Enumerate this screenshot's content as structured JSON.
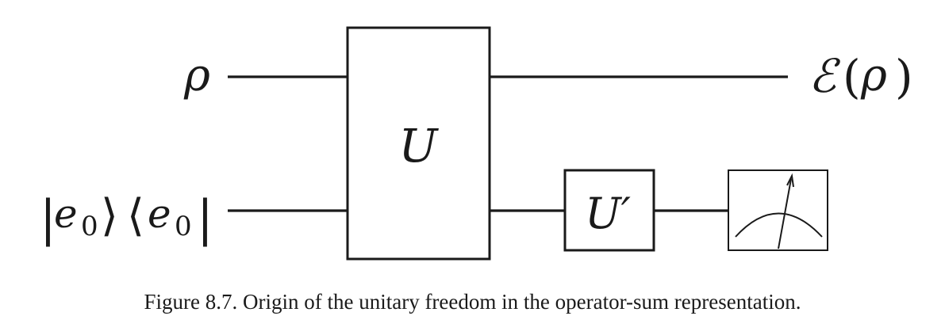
{
  "diagram": {
    "inputs": {
      "top": "ρ",
      "bottom": {
        "ket_open": "|",
        "ket_symbol": "e",
        "ket_sub": "0",
        "ket_close": "⟩",
        "bra_open": "⟨",
        "bra_symbol": "e",
        "bra_sub": "0",
        "bra_close": "|"
      }
    },
    "gates": {
      "main": "U",
      "secondary": "U′"
    },
    "outputs": {
      "top": {
        "channel": "ℰ",
        "open": "(",
        "arg": "ρ",
        "close": ")"
      }
    },
    "measurement_icon": "measurement-meter-icon"
  },
  "caption": "Figure 8.7. Origin of the unitary freedom in the operator-sum representation."
}
